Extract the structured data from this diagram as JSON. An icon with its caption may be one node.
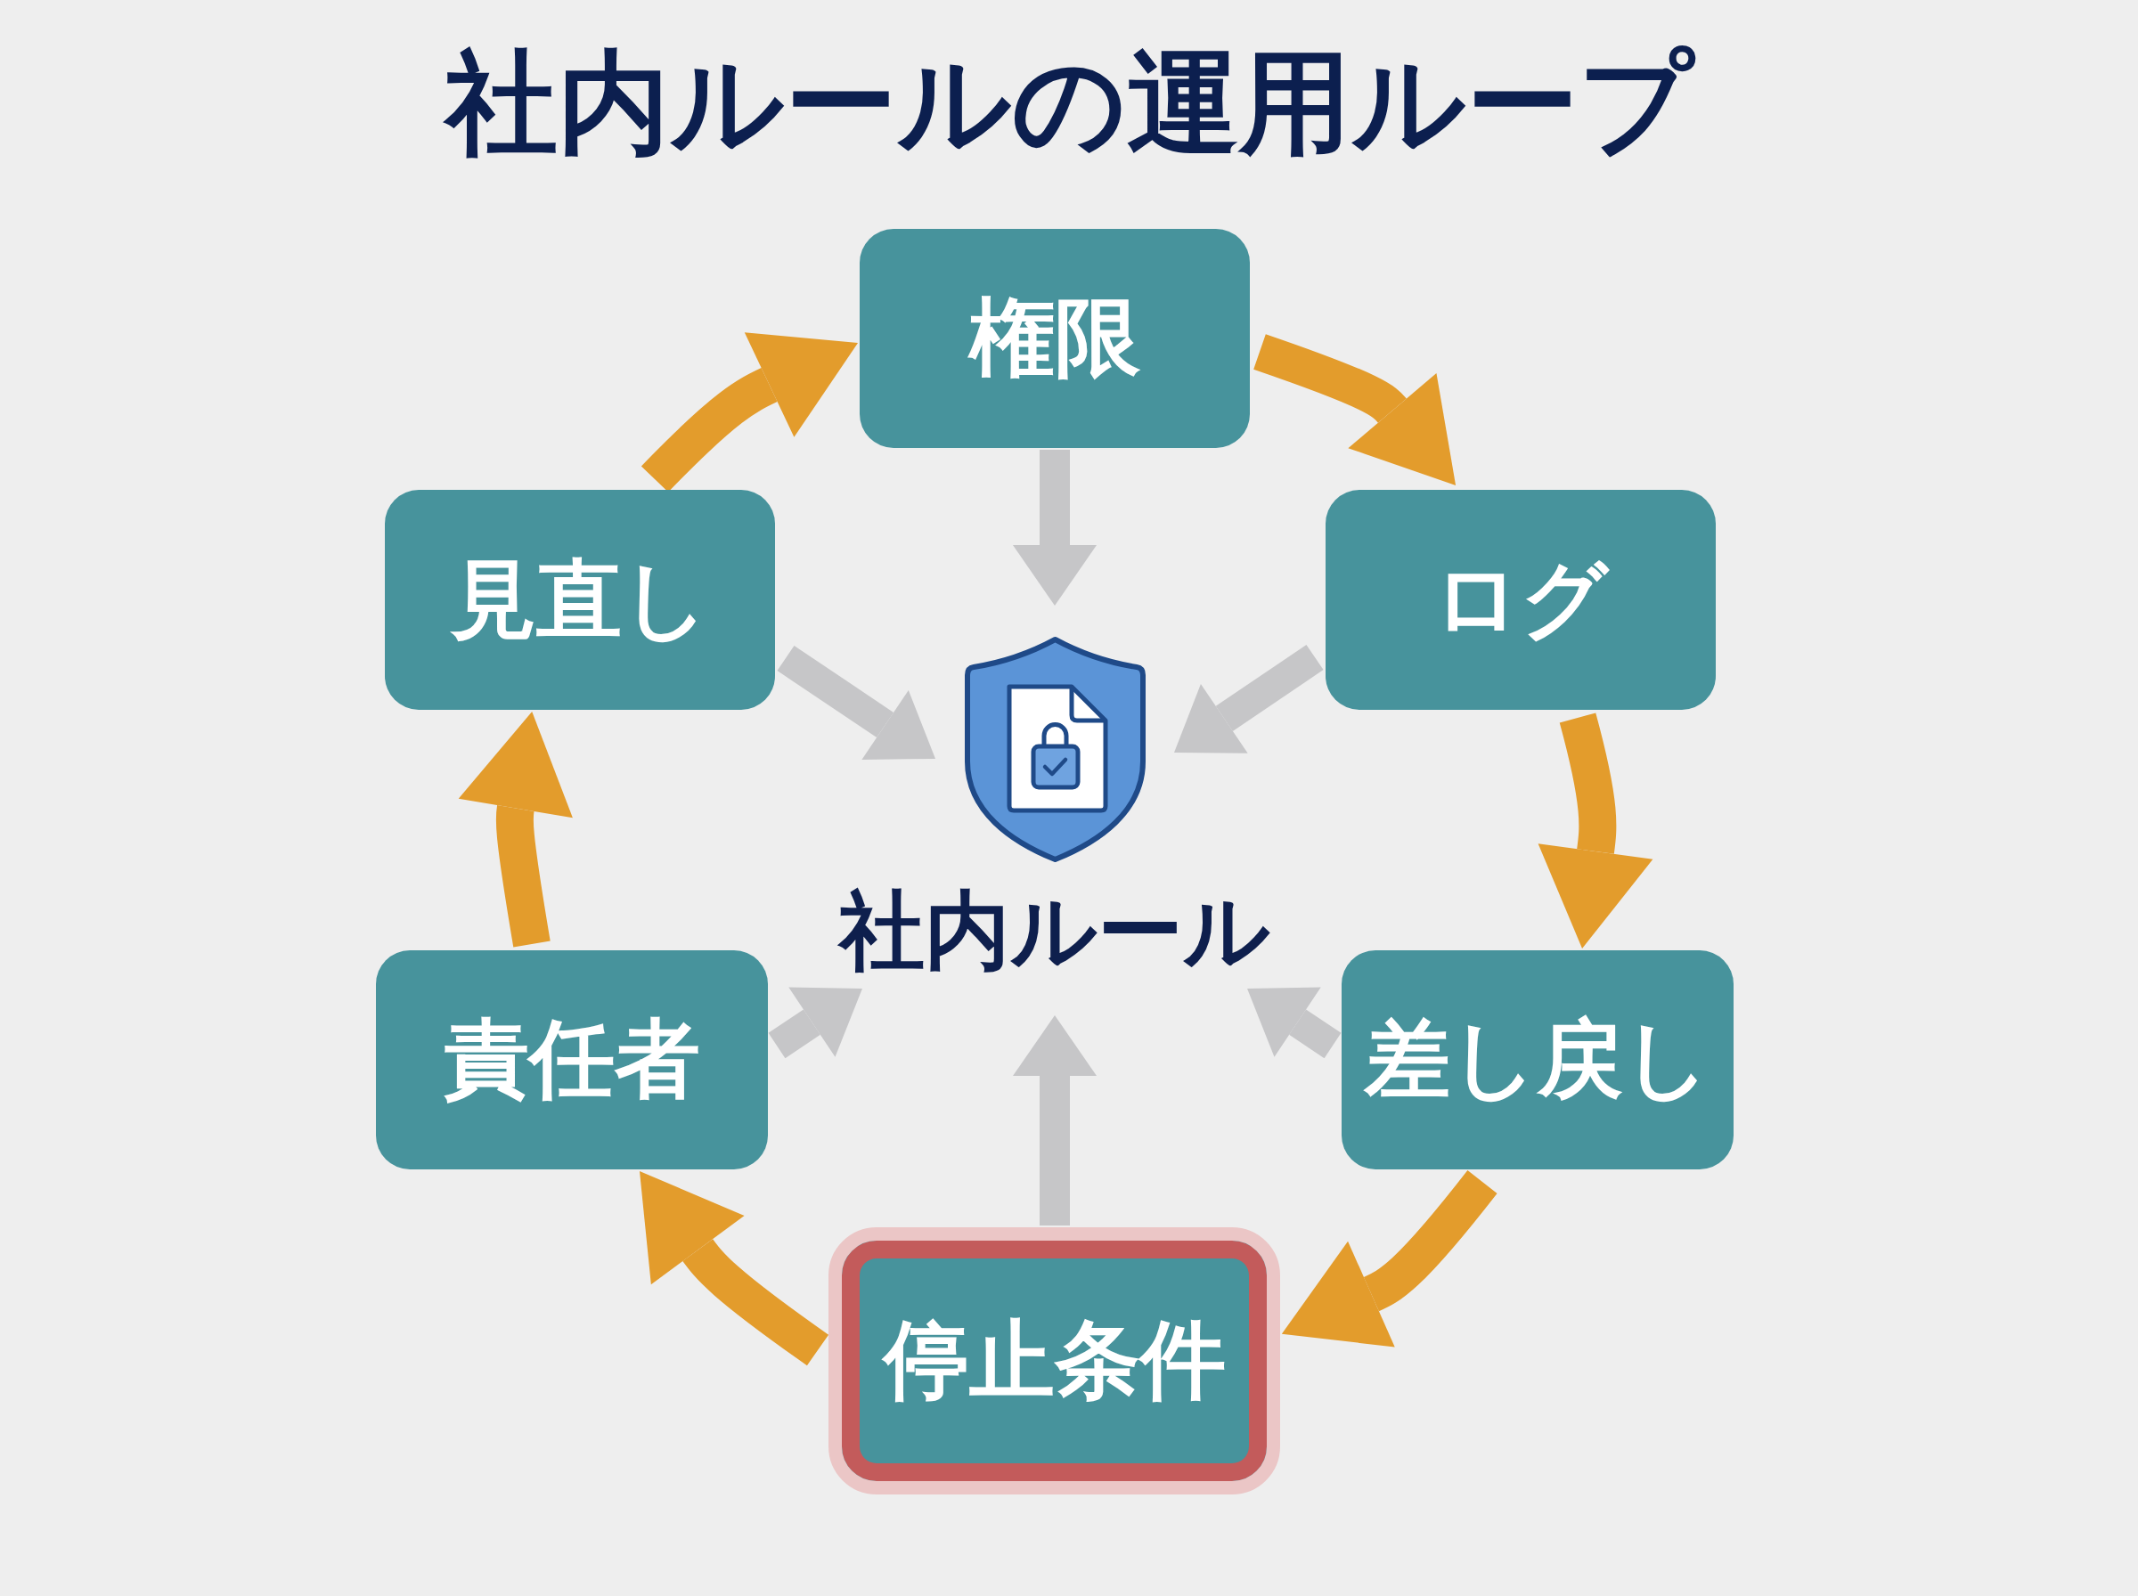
{
  "diagram": {
    "title": "社内ルールの運用ループ",
    "nodes": [
      {
        "text": [
          "権限"
        ]
      },
      {
        "text": [
          "ログ"
        ]
      },
      {
        "text": [
          "差し戻し"
        ]
      },
      {
        "text": [
          "停止条件"
        ]
      },
      {
        "text": [
          "責任者"
        ]
      },
      {
        "text": [
          "見直し"
        ]
      },
      {
        "text": [
          "社内ルール"
        ]
      }
    ],
    "edges": [
      {
        "from": 0,
        "to": 1,
        "arrow": "to"
      },
      {
        "from": 1,
        "to": 2,
        "arrow": "to"
      },
      {
        "from": 2,
        "to": 3,
        "arrow": "to"
      },
      {
        "from": 3,
        "to": 4,
        "arrow": "to"
      },
      {
        "from": 4,
        "to": 5,
        "arrow": "to"
      },
      {
        "from": 5,
        "to": 0,
        "arrow": "to"
      },
      {
        "from": 0,
        "to": 6,
        "arrow": "to",
        "color": "#c6c6c8"
      },
      {
        "from": 1,
        "to": 6,
        "arrow": "to",
        "color": "#c6c6c8"
      },
      {
        "from": 2,
        "to": 6,
        "arrow": "to",
        "color": "#c6c6c8"
      },
      {
        "from": 3,
        "to": 6,
        "arrow": "to",
        "color": "#c6c6c8"
      },
      {
        "from": 4,
        "to": 6,
        "arrow": "to",
        "color": "#c6c6c8"
      },
      {
        "from": 5,
        "to": 6,
        "arrow": "to",
        "color": "#c6c6c8"
      }
    ]
  }
}
